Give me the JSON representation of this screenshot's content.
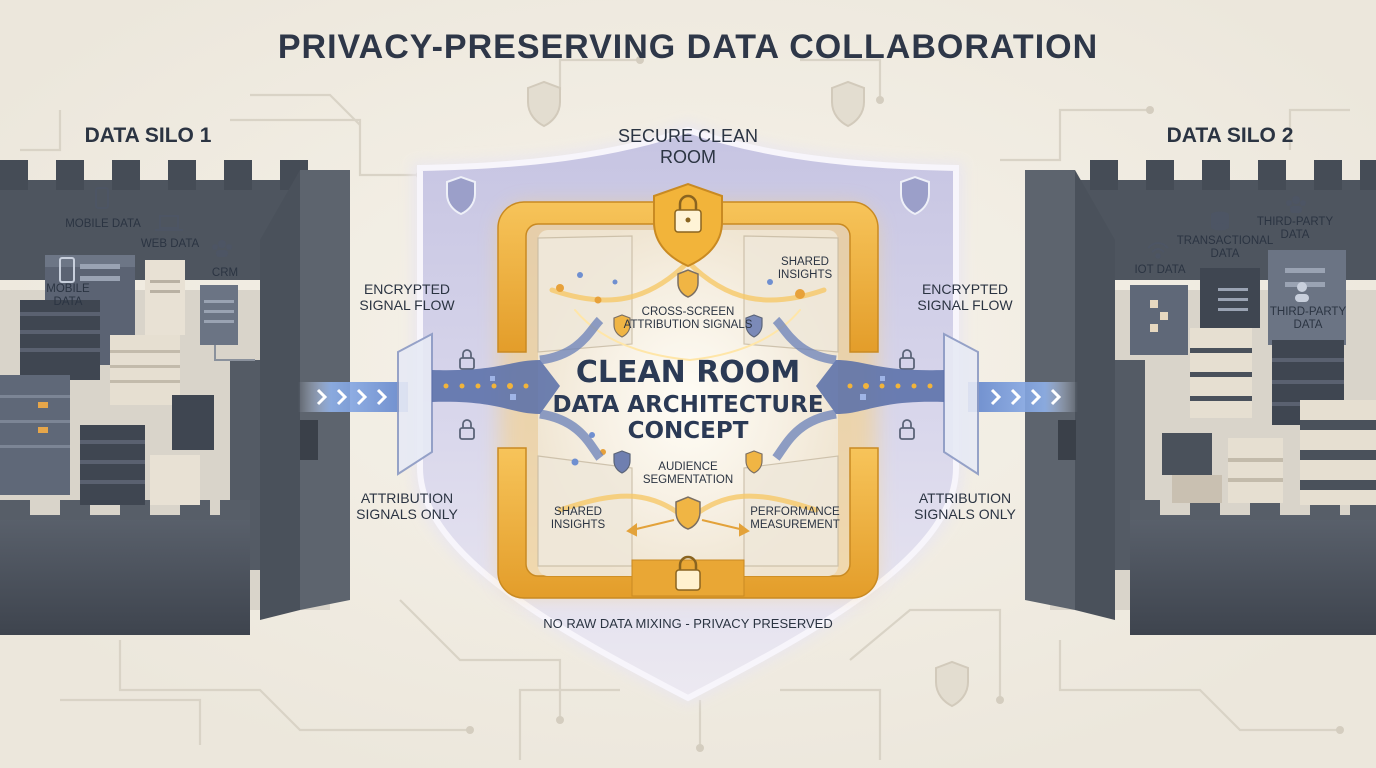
{
  "title": "PRIVACY-PRESERVING DATA COLLABORATION",
  "silo_left": {
    "title": "DATA SILO 1",
    "items": [
      "MOBILE DATA",
      "WEB DATA",
      "CRM",
      "MOBILE DATA"
    ]
  },
  "silo_right": {
    "title": "DATA SILO 2",
    "items": [
      "THIRD-PARTY DATA",
      "TRANSACTIONAL DATA",
      "IOT DATA",
      "THIRD-PARTY DATA"
    ]
  },
  "flow_left": {
    "top": "ENCRYPTED SIGNAL FLOW",
    "bottom": "ATTRIBUTION SIGNALS ONLY"
  },
  "flow_right": {
    "top": "ENCRYPTED SIGNAL FLOW",
    "bottom": "ATTRIBUTION SIGNALS ONLY"
  },
  "clean_room": {
    "label": "SECURE CLEAN ROOM",
    "core_title": "CLEAN ROOM",
    "core_subtitle_1": "DATA ARCHITECTURE",
    "core_subtitle_2": "CONCEPT",
    "signals": [
      "SHARED INSIGHTS",
      "CROSS-SCREEN ATTRIBUTION SIGNALS",
      "AUDIENCE SEGMENTATION",
      "SHARED INSIGHTS",
      "PERFORMANCE MEASUREMENT"
    ]
  },
  "footer": "NO RAW DATA MIXING - PRIVACY PRESERVED",
  "colors": {
    "accent_gold": "#f2b43a",
    "shield_lavender": "#c9c8e4",
    "flow_blue": "#6f8fd0",
    "wall_gray": "#4a515c",
    "background": "#f1ede4"
  },
  "icons": [
    "shield-icon",
    "padlock-icon",
    "phone-icon",
    "laptop-icon",
    "users-icon",
    "wifi-icon",
    "database-icon",
    "user-icon",
    "chevron-right-icon"
  ]
}
